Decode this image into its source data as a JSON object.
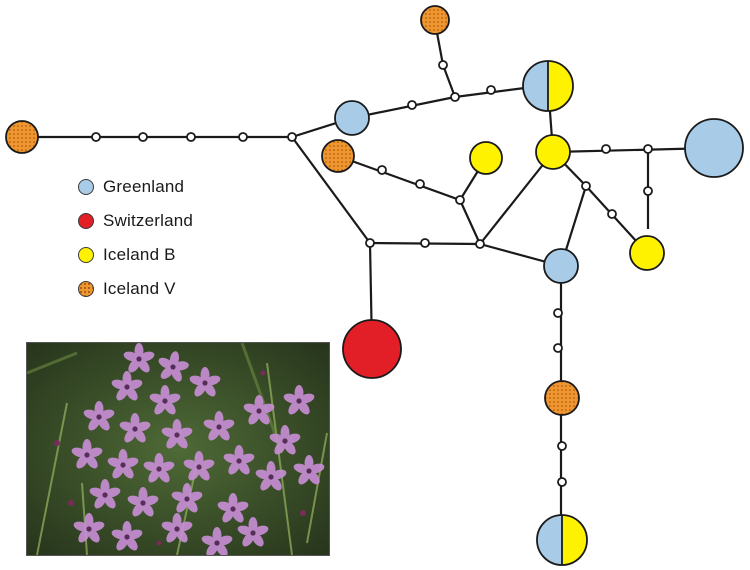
{
  "legend": [
    {
      "label": "Greenland",
      "color": "#a8cbe8",
      "pattern": "solid"
    },
    {
      "label": "Switzerland",
      "color": "#e21e26",
      "pattern": "solid"
    },
    {
      "label": "Iceland B",
      "color": "#fff200",
      "pattern": "solid"
    },
    {
      "label": "Iceland V",
      "color": "#f0962e",
      "pattern": "dotted"
    }
  ],
  "colors": {
    "greenland": "#a8cbe8",
    "switzerland": "#e21e26",
    "iceland_b": "#fff200",
    "iceland_v": "#f0962e",
    "edge": "#1a1a1a",
    "flower": "#c98fd6",
    "foliage": "#3f5a2c"
  },
  "photo": {
    "subject": "pink-flowering-cushion-plant-photo"
  }
}
